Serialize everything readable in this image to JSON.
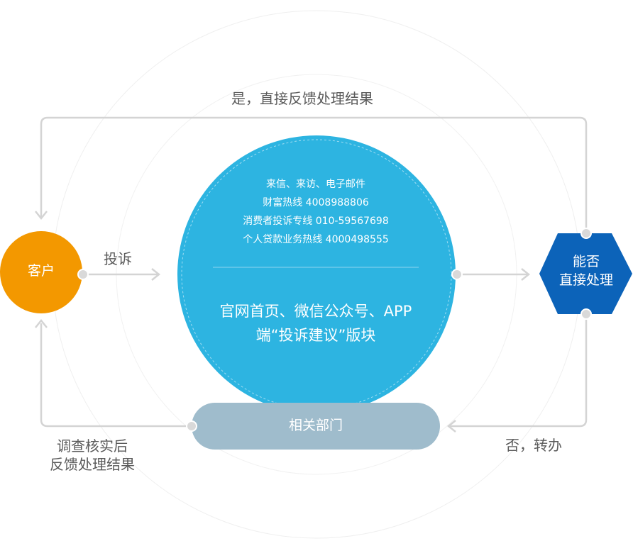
{
  "top_label": "是，直接反馈处理结果",
  "customer": {
    "label": "客户"
  },
  "complaint_label": "投诉",
  "channels": {
    "lines": [
      "来信、来访、电子邮件",
      "财富热线  4008988806",
      "消费者投诉专线  010-59567698",
      "个人贷款业务热线  4000498555"
    ],
    "platform_line1": "官网首页、微信公众号、APP",
    "platform_line2": "端“投诉建议”版块"
  },
  "decision": {
    "line1": "能否",
    "line2": "直接处理"
  },
  "department": {
    "label": "相关部门"
  },
  "no_label": "否，转办",
  "investigate": {
    "line1": "调查核实后",
    "line2": "反馈处理结果"
  },
  "colors": {
    "customer": "#f39800",
    "center_circle": "#2db4e1",
    "hexagon": "#0c63b9",
    "department": "#9fbccc",
    "connector": "#d4d4d4",
    "text": "#5a5a5a"
  }
}
